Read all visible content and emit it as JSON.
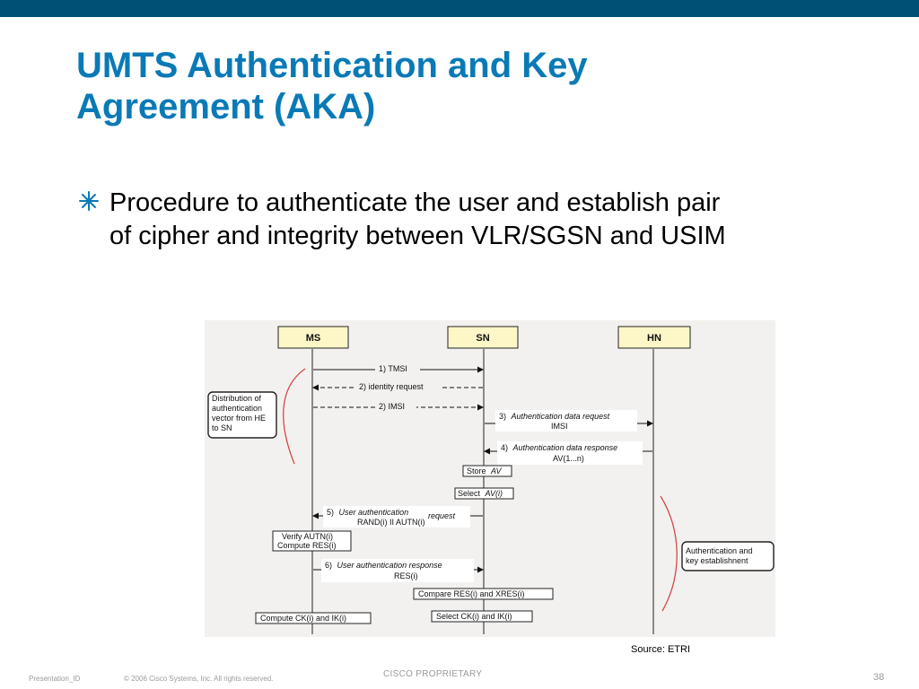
{
  "slide": {
    "title_lines": [
      "UMTS Authentication and Key",
      "Agreement (AKA)"
    ],
    "bullet_lines": [
      "Procedure to authenticate the user and establish pair",
      "of cipher and integrity between VLR/SGSN and USIM"
    ],
    "source": "Source: ETRI",
    "footer_left": "Presentation_ID",
    "footer_copyright": "© 2006 Cisco Systems, Inc. All rights reserved.",
    "footer_center": "CISCO PROPRIETARY",
    "page_number": "38",
    "colors": {
      "topbar": "#005073",
      "title": "#0a7ab6",
      "bullet_icon": "#0a7ab6"
    }
  },
  "diagram": {
    "entities": [
      "MS",
      "SN",
      "HN"
    ],
    "notes": {
      "distribution": [
        "Distribution of",
        "authentication",
        "vector from HE",
        "to SN"
      ],
      "auth_key": [
        "Authentication and",
        "key establishnent"
      ]
    },
    "messages": {
      "m1": "1) TMSI",
      "m2": "2) identity request",
      "m3": "2) IMSI",
      "m4_num": "3)",
      "m4_label": "Authentication data request",
      "m4_param": "IMSI",
      "m5_num": "4)",
      "m5_label": "Authentication data response",
      "m5_param": "AV(1...n)",
      "m6_num": "5)",
      "m6_label": "User authentication",
      "m6_extra": "request",
      "m6_param": "RAND(i) II AUTN(i)",
      "m7_num": "6)",
      "m7_label": "User authentication response",
      "m7_param": "RES(i)"
    },
    "actions": {
      "store_prefix": "Store",
      "store_item": "AV",
      "select_prefix": "Select",
      "select_item": "AV(i)",
      "verify_line1": "Verify AUTN(i)",
      "verify_line2": "Compute RES(i)",
      "compare": "Compare RES(i) and XRES(i)",
      "select_keys": "Select CK(i) and IK(i)",
      "compute_keys": "Compute CK(i) and IK(i)"
    }
  }
}
